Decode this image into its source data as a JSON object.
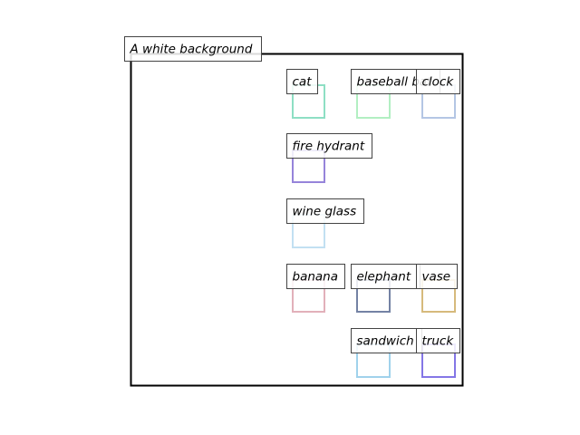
{
  "caption": "A white background",
  "objects": [
    {
      "id": "cat",
      "label": "cat",
      "color": "#8edfc4"
    },
    {
      "id": "baseball-bat",
      "label": "baseball bat",
      "color": "#b2efc2"
    },
    {
      "id": "clock",
      "label": "clock",
      "color": "#b4c6e4"
    },
    {
      "id": "fire-hydrant",
      "label": "fire hydrant",
      "color": "#9684da"
    },
    {
      "id": "wine-glass",
      "label": "wine glass",
      "color": "#c2e0f2"
    },
    {
      "id": "banana",
      "label": "banana",
      "color": "#e2b0ba"
    },
    {
      "id": "elephant",
      "label": "elephant",
      "color": "#7482a4"
    },
    {
      "id": "vase",
      "label": "vase",
      "color": "#d6ba7c"
    },
    {
      "id": "sandwich",
      "label": "sandwich",
      "color": "#a0d2ec"
    },
    {
      "id": "truck",
      "label": "truck",
      "color": "#8476e6"
    }
  ]
}
